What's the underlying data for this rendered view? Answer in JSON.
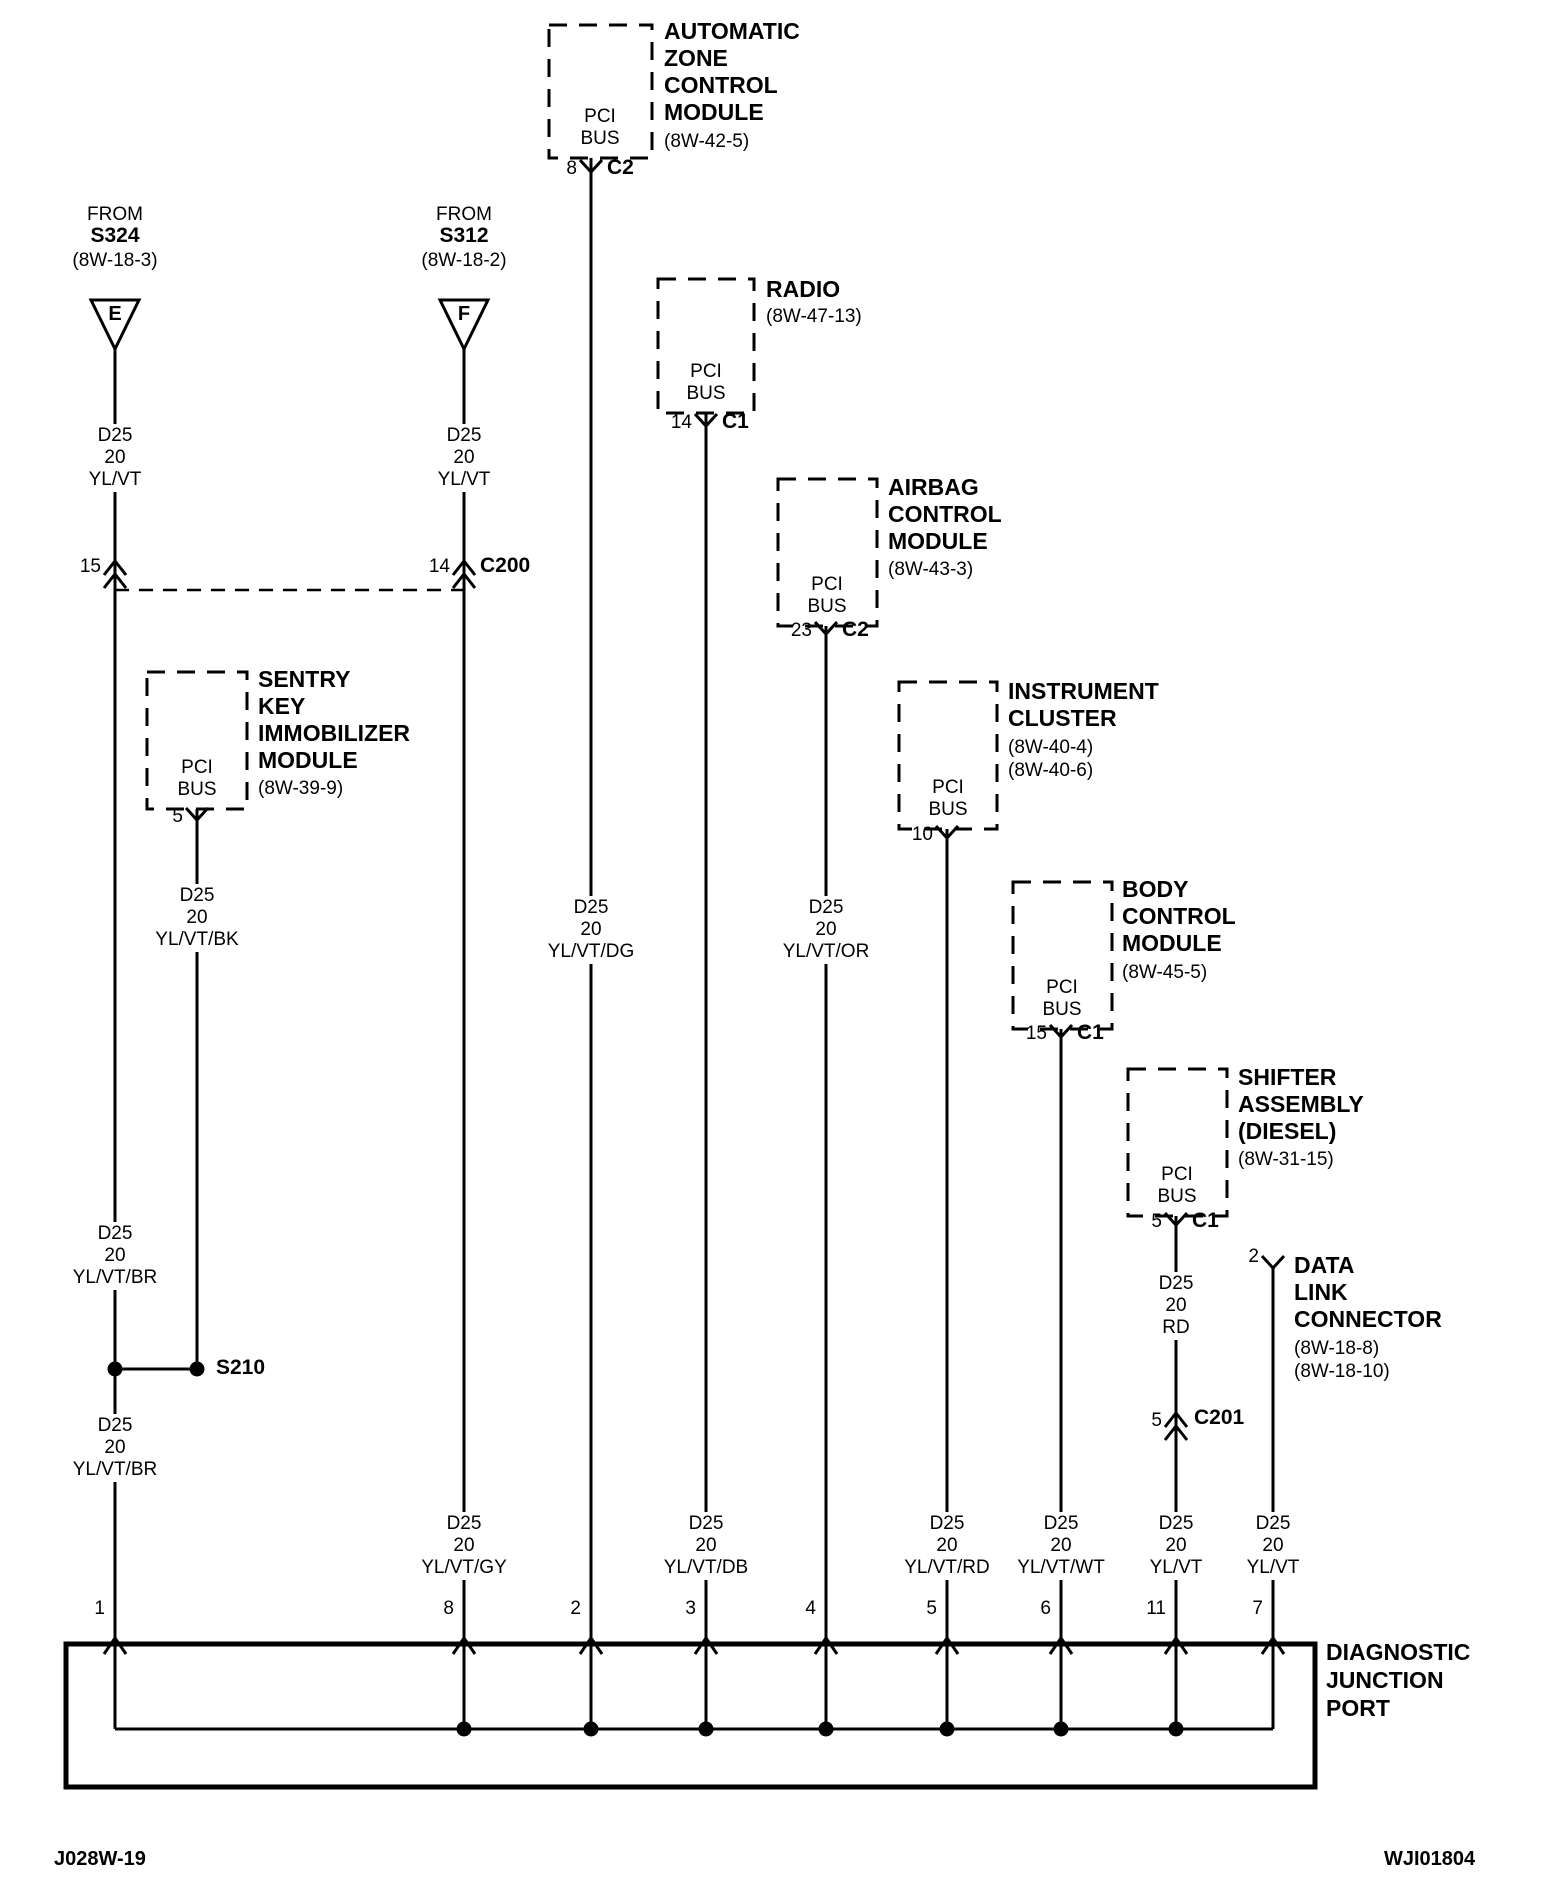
{
  "diagram": {
    "footer_left": "J028W-19",
    "footer_right": "WJI01804"
  },
  "sources": {
    "s324": {
      "from": "FROM",
      "name": "S324",
      "ref": "(8W-18-3)",
      "letter": "E"
    },
    "s312": {
      "from": "FROM",
      "name": "S312",
      "ref": "(8W-18-2)",
      "letter": "F"
    }
  },
  "modules": {
    "azc": {
      "bus": "PCI\nBUS",
      "title": "AUTOMATIC\nZONE\nCONTROL\nMODULE",
      "ref": "(8W-42-5)",
      "pin": "8",
      "conn": "C2"
    },
    "radio": {
      "bus": "PCI\nBUS",
      "title": "RADIO",
      "ref": "(8W-47-13)",
      "pin": "14",
      "conn": "C1"
    },
    "airbag": {
      "bus": "PCI\nBUS",
      "title": "AIRBAG\nCONTROL\nMODULE",
      "ref": "(8W-43-3)",
      "pin": "23",
      "conn": "C2"
    },
    "skim": {
      "bus": "PCI\nBUS",
      "title": "SENTRY\nKEY\nIMMOBILIZER\nMODULE",
      "ref": "(8W-39-9)",
      "pin": "5"
    },
    "cluster": {
      "bus": "PCI\nBUS",
      "title": "INSTRUMENT\nCLUSTER",
      "ref": "(8W-40-4)\n(8W-40-6)",
      "pin": "10"
    },
    "bcm": {
      "bus": "PCI\nBUS",
      "title": "BODY\nCONTROL\nMODULE",
      "ref": "(8W-45-5)",
      "pin": "15",
      "conn": "C1"
    },
    "shifter": {
      "bus": "PCI\nBUS",
      "title": "SHIFTER\nASSEMBLY\n(DIESEL)",
      "ref": "(8W-31-15)",
      "pin": "5",
      "conn": "C1"
    },
    "dlc": {
      "title": "DATA\nLINK\nCONNECTOR",
      "ref": "(8W-18-8)\n(8W-18-10)",
      "pin": "2"
    }
  },
  "connectors": {
    "c200": {
      "name": "C200",
      "pin_left": "15",
      "pin_right": "14"
    },
    "c201": {
      "name": "C201",
      "pin": "5"
    },
    "s210": {
      "name": "S210"
    }
  },
  "wires": {
    "e_top": "D25\n20\nYL/VT",
    "f_top": "D25\n20\nYL/VT",
    "skim": "D25\n20\nYL/VT/BK",
    "azc": "D25\n20\nYL/VT/DG",
    "airbag": "D25\n20\nYL/VT/OR",
    "br_upper": "D25\n20\nYL/VT/BR",
    "br_lower": "D25\n20\nYL/VT/BR",
    "shifter_rd": "D25\n20\nRD",
    "gy": "D25\n20\nYL/VT/GY",
    "db": "D25\n20\nYL/VT/DB",
    "rd": "D25\n20\nYL/VT/RD",
    "wt": "D25\n20\nYL/VT/WT",
    "shifter_bottom": "D25\n20\nYL/VT",
    "dlc_bottom": "D25\n20\nYL/VT"
  },
  "port": {
    "title": "DIAGNOSTIC\nJUNCTION\nPORT",
    "pins": [
      "1",
      "8",
      "2",
      "3",
      "4",
      "5",
      "6",
      "11",
      "7"
    ]
  }
}
